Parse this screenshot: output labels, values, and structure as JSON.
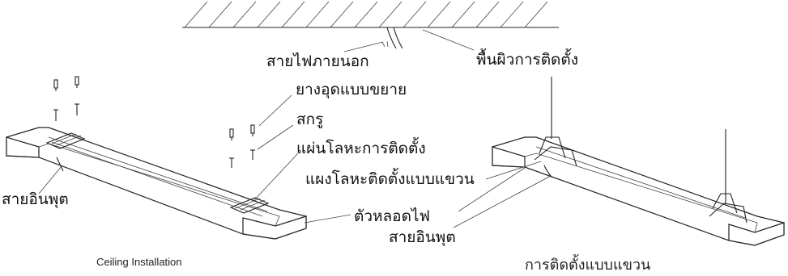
{
  "labels": {
    "external_cable": "สายไฟภายนอก",
    "mounting_surface": "พื้นผิวการติดตั้ง",
    "expansion_plug": "ยางอุดแบบขยาย",
    "screw": "สกรู",
    "metal_mounting_plate": "แผ่นโลหะการติดตั้ง",
    "input_cable_left": "สายอินพุต",
    "lamp_body": "ตัวหลอดไฟ",
    "hanging_bracket": "แผงโลหะติดตั้งแบบแขวน",
    "input_cable_right": "สายอินพุต"
  },
  "captions": {
    "ceiling": "Ceiling Installation",
    "suspended": "การติดตั้งแบบแขวน"
  },
  "colors": {
    "line": "#222222",
    "background": "#ffffff"
  }
}
